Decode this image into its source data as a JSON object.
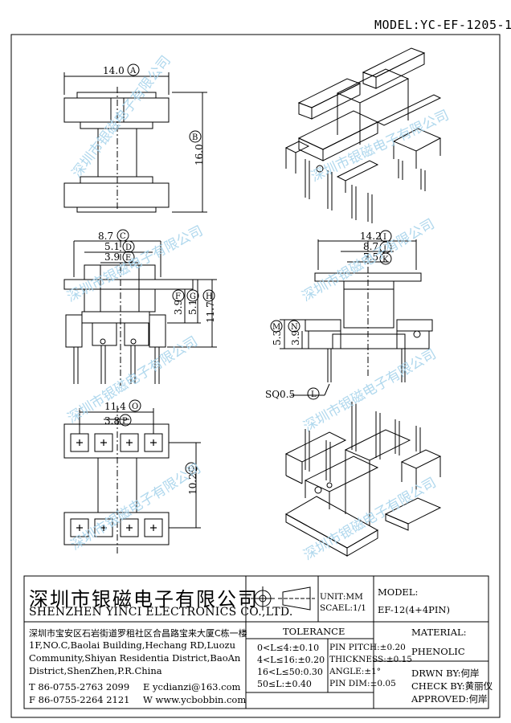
{
  "model_header": "MODEL:YC-EF-1205-1",
  "watermark": "深圳市银磁电子有限公司",
  "dimensions": {
    "A": "14.0",
    "B": "16.0",
    "C": "8.7",
    "D": "5.1",
    "E": "3.9",
    "F": "3.9",
    "G": "5.1",
    "H": "11.7",
    "I": "14.2",
    "J": "8.7",
    "K": "7.5",
    "M": "5.3",
    "N": "3.9",
    "L": "SQ0.5",
    "O": "11.4",
    "P": "3.8",
    "Q": "10.2"
  },
  "title_block": {
    "company_cn": "深圳市银磁电子有限公司",
    "company_en": "SHENZHEN YINCI ELECTRONICS CO.,LTD.",
    "address_cn": "深圳市宝安区石岩街道罗租社区合昌路宝来大厦C栋一楼",
    "address_en": [
      "1F,NO.C,Baolai Building,Hechang RD,Luozu",
      "Community,Shiyan Residentia District,BaoAn",
      "District,ShenZhen,P.R.China"
    ],
    "tel": "T 86-0755-2763 2099",
    "fax": "F 86-0755-2264 2121",
    "email": "E ycdianzi@163.com",
    "web": "W www.ycbobbin.com",
    "unit": "UNIT:MM",
    "scale": "SCAEL:1/1",
    "model_label": "MODEL:",
    "model_value": "EF-12(4+4PIN)",
    "tolerance_title": "TOLERANCE",
    "tolerance_rows": [
      "0<L≤4:±0.10",
      "4<L≤16:±0.20",
      "16<L≤50:0.30",
      "50≤L:±0.40"
    ],
    "pin_rows": [
      "PIN PITCH:±0.20",
      "THICKNESS:±0.15",
      "ANGLE:±1°",
      "PIN DIM:±0.05"
    ],
    "material_label": "MATERIAL:",
    "material_value": "PHENOLIC",
    "drawn_by": "DRWN BY:何岸",
    "checked_by": "CHECK BY:黄丽仪",
    "approved_by": "APPROVED:何岸"
  }
}
